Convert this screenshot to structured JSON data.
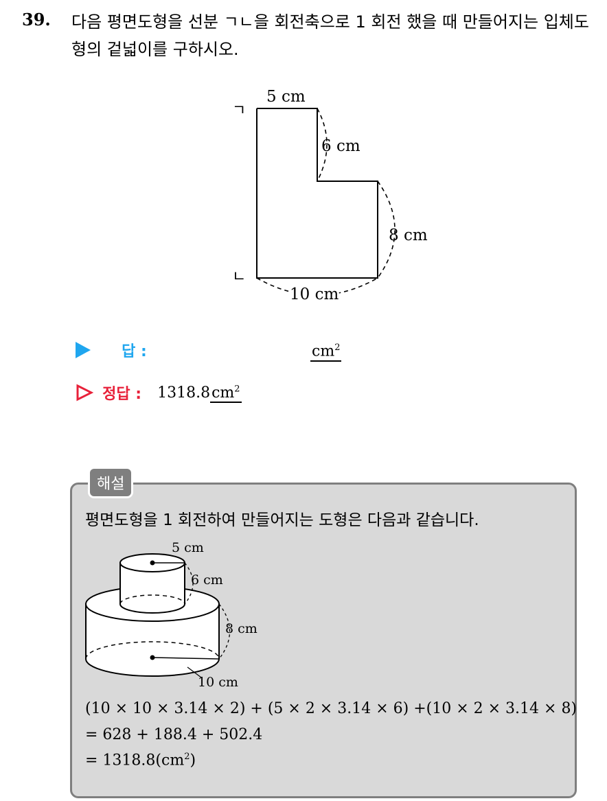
{
  "question": {
    "number": "39.",
    "text": "다음 평면도형을 선분 ㄱㄴ을 회전축으로 1 회전 했을 때 만들어지는 입체도형의 겉넓이를 구하시오."
  },
  "figure1": {
    "label_top": "5 cm",
    "label_step": "6 cm",
    "label_right": "8 cm",
    "label_bottom": "10 cm",
    "vertex_top": "ㄱ",
    "vertex_bottom": "ㄴ"
  },
  "answer": {
    "label": "답 :",
    "unit": "cm",
    "unit_sup": "2"
  },
  "correct": {
    "label": "정답 :",
    "value": "1318.8",
    "unit": "cm",
    "unit_sup": "2"
  },
  "explanation": {
    "tag": "해설",
    "intro": "평면도형을 1 회전하여 만들어지는 도형은 다음과 같습니다.",
    "figure": {
      "label_top": "5 cm",
      "label_mid": "6 cm",
      "label_right": "8 cm",
      "label_bottom": "10 cm"
    },
    "line1": "(10 × 10 × 3.14 × 2) + (5 × 2 × 3.14 × 6) +(10 × 2 × 3.14 × 8)",
    "line2": "= 628 + 188.4 + 502.4",
    "line3_prefix": "= 1318.8(",
    "line3_unit": "cm",
    "line3_sup": "2",
    "line3_suffix": ")"
  },
  "colors": {
    "answer_arrow": "#1fa6ef",
    "correct_label": "#e8213a",
    "box_background": "#d9d9d9",
    "box_border": "#7f7f7f"
  }
}
